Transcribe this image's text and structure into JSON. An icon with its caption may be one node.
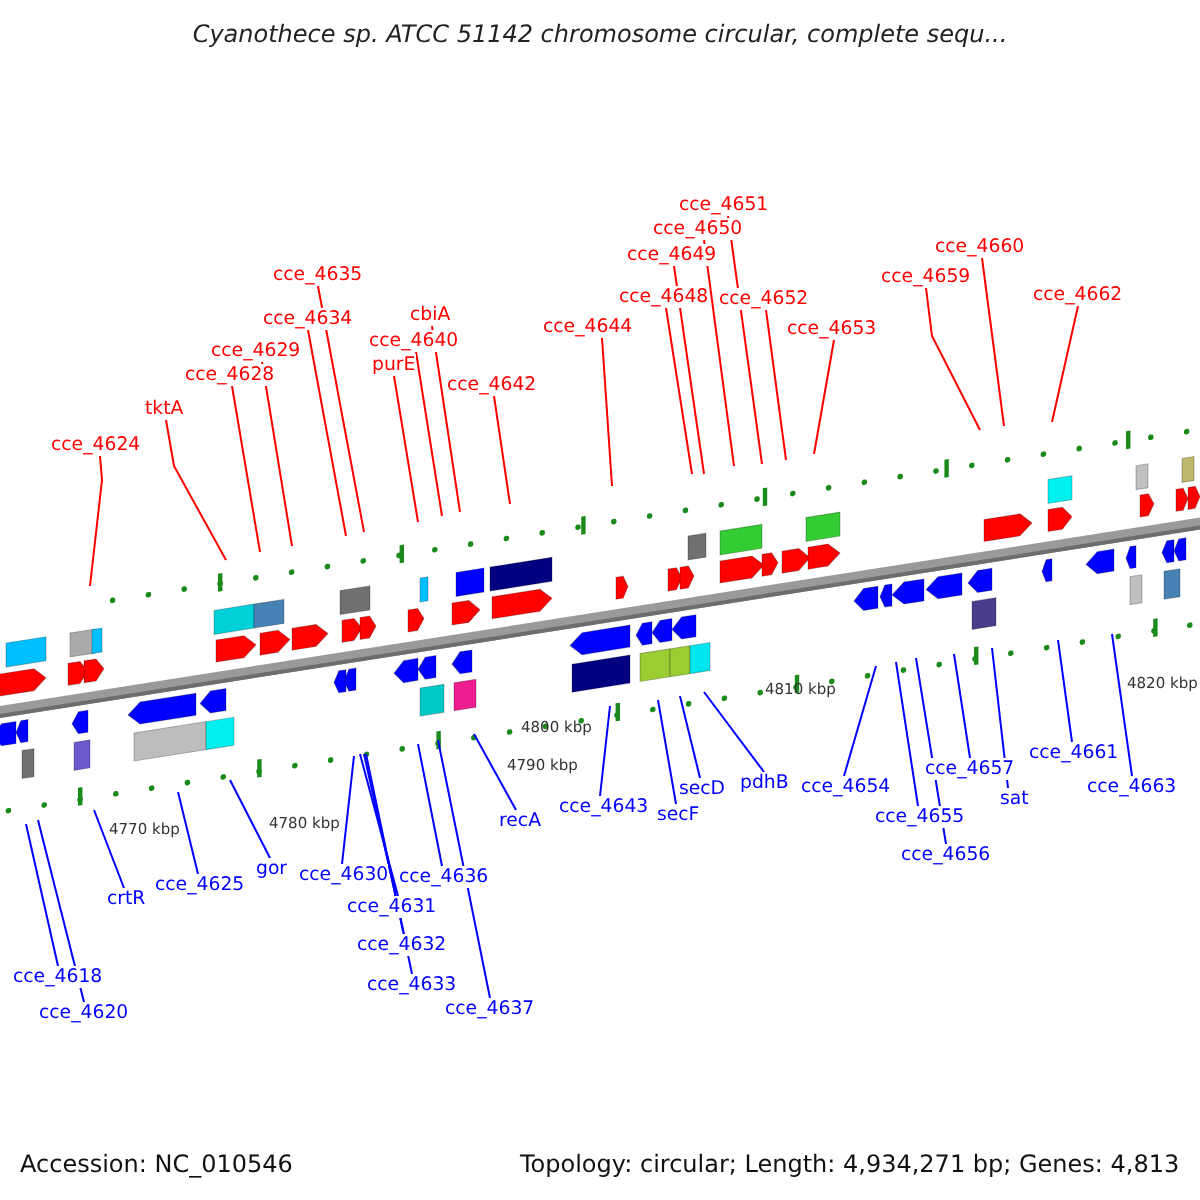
{
  "diagram": {
    "title": "Cyanothece sp. ATCC 51142 chromosome circular, complete sequ...",
    "nodes": [
      {
        "text": [
          "cce_4624"
        ]
      },
      {
        "text": [
          "tktA"
        ]
      },
      {
        "text": [
          "cce_4628"
        ]
      },
      {
        "text": [
          "cce_4629"
        ]
      },
      {
        "text": [
          "cce_4634"
        ]
      },
      {
        "text": [
          "cce_4635"
        ]
      },
      {
        "text": [
          "purE"
        ]
      },
      {
        "text": [
          "cce_4640"
        ]
      },
      {
        "text": [
          "cbiA"
        ]
      },
      {
        "text": [
          "cce_4642"
        ]
      },
      {
        "text": [
          "cce_4644"
        ]
      },
      {
        "text": [
          "cce_4648"
        ]
      },
      {
        "text": [
          "cce_4649"
        ]
      },
      {
        "text": [
          "cce_4650"
        ]
      },
      {
        "text": [
          "cce_4651"
        ]
      },
      {
        "text": [
          "cce_4652"
        ]
      },
      {
        "text": [
          "cce_4653"
        ]
      },
      {
        "text": [
          "cce_4659"
        ]
      },
      {
        "text": [
          "cce_4660"
        ]
      },
      {
        "text": [
          "cce_4662"
        ]
      },
      {
        "text": [
          "cce_4618"
        ]
      },
      {
        "text": [
          "cce_4620"
        ]
      },
      {
        "text": [
          "crtR"
        ]
      },
      {
        "text": [
          "cce_4625"
        ]
      },
      {
        "text": [
          "gor"
        ]
      },
      {
        "text": [
          "cce_4630"
        ]
      },
      {
        "text": [
          "cce_4631"
        ]
      },
      {
        "text": [
          "cce_4632"
        ]
      },
      {
        "text": [
          "cce_4633"
        ]
      },
      {
        "text": [
          "cce_4636"
        ]
      },
      {
        "text": [
          "cce_4637"
        ]
      },
      {
        "text": [
          "recA"
        ]
      },
      {
        "text": [
          "cce_4643"
        ]
      },
      {
        "text": [
          "secF"
        ]
      },
      {
        "text": [
          "secD"
        ]
      },
      {
        "text": [
          "pdhB"
        ]
      },
      {
        "text": [
          "cce_4654"
        ]
      },
      {
        "text": [
          "cce_4655"
        ]
      },
      {
        "text": [
          "cce_4656"
        ]
      },
      {
        "text": [
          "cce_4657"
        ]
      },
      {
        "text": [
          "sat"
        ]
      },
      {
        "text": [
          "cce_4661"
        ]
      },
      {
        "text": [
          "cce_4663"
        ]
      }
    ],
    "edges": [
      {
        "from": 0,
        "to": null,
        "arrow": "none",
        "color": "#ff0000"
      },
      {
        "from": 1,
        "to": null,
        "arrow": "none",
        "color": "#ff0000"
      },
      {
        "from": 2,
        "to": null,
        "arrow": "none",
        "color": "#ff0000"
      },
      {
        "from": 3,
        "to": null,
        "arrow": "none",
        "color": "#ff0000"
      },
      {
        "from": 4,
        "to": null,
        "arrow": "none",
        "color": "#ff0000"
      },
      {
        "from": 5,
        "to": null,
        "arrow": "none",
        "color": "#ff0000"
      },
      {
        "from": 6,
        "to": null,
        "arrow": "none",
        "color": "#ff0000"
      },
      {
        "from": 7,
        "to": null,
        "arrow": "none",
        "color": "#ff0000"
      },
      {
        "from": 8,
        "to": null,
        "arrow": "none",
        "color": "#ff0000"
      },
      {
        "from": 9,
        "to": null,
        "arrow": "none",
        "color": "#ff0000"
      },
      {
        "from": 10,
        "to": null,
        "arrow": "none",
        "color": "#ff0000"
      },
      {
        "from": 11,
        "to": null,
        "arrow": "none",
        "color": "#ff0000"
      },
      {
        "from": 12,
        "to": null,
        "arrow": "none",
        "color": "#ff0000"
      },
      {
        "from": 13,
        "to": null,
        "arrow": "none",
        "color": "#ff0000"
      },
      {
        "from": 14,
        "to": null,
        "arrow": "none",
        "color": "#ff0000"
      },
      {
        "from": 15,
        "to": null,
        "arrow": "none",
        "color": "#ff0000"
      },
      {
        "from": 16,
        "to": null,
        "arrow": "none",
        "color": "#ff0000"
      },
      {
        "from": 17,
        "to": null,
        "arrow": "none",
        "color": "#ff0000"
      },
      {
        "from": 18,
        "to": null,
        "arrow": "none",
        "color": "#ff0000"
      },
      {
        "from": 19,
        "to": null,
        "arrow": "none",
        "color": "#ff0000"
      },
      {
        "from": 20,
        "to": null,
        "arrow": "none"
      },
      {
        "from": 21,
        "to": null,
        "arrow": "none"
      },
      {
        "from": 22,
        "to": null,
        "arrow": "none"
      },
      {
        "from": 23,
        "to": null,
        "arrow": "none"
      },
      {
        "from": 24,
        "to": null,
        "arrow": "none"
      },
      {
        "from": 25,
        "to": null,
        "arrow": "none"
      },
      {
        "from": 26,
        "to": null,
        "arrow": "none"
      },
      {
        "from": 27,
        "to": null,
        "arrow": "none"
      },
      {
        "from": 28,
        "to": null,
        "arrow": "none"
      },
      {
        "from": 29,
        "to": null,
        "arrow": "none"
      },
      {
        "from": 30,
        "to": null,
        "arrow": "none"
      },
      {
        "from": 31,
        "to": null,
        "arrow": "none"
      },
      {
        "from": 32,
        "to": null,
        "arrow": "none"
      },
      {
        "from": 33,
        "to": null,
        "arrow": "none"
      },
      {
        "from": 34,
        "to": null,
        "arrow": "none"
      },
      {
        "from": 35,
        "to": null,
        "arrow": "none"
      },
      {
        "from": 36,
        "to": null,
        "arrow": "none"
      },
      {
        "from": 37,
        "to": null,
        "arrow": "none"
      },
      {
        "from": 38,
        "to": null,
        "arrow": "none"
      },
      {
        "from": 39,
        "to": null,
        "arrow": "none"
      },
      {
        "from": 40,
        "to": null,
        "arrow": "none"
      },
      {
        "from": 41,
        "to": null,
        "arrow": "none"
      },
      {
        "from": 42,
        "to": null,
        "arrow": "none"
      }
    ],
    "labels": [
      "4770 kbp",
      "4780 kbp",
      "4790 kbp",
      "4800 kbp",
      "4810 kbp",
      "4820 kbp",
      "Accession: NC_010546",
      "Topology: circular; Length: 4,934,271 bp; Genes: 4,813"
    ]
  }
}
